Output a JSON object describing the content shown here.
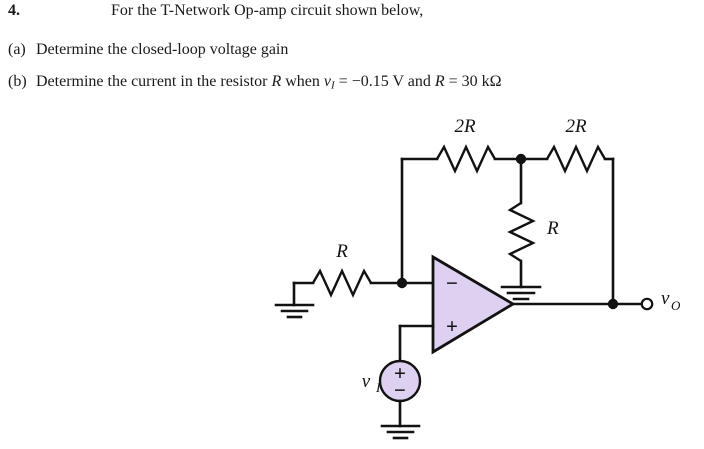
{
  "problem": {
    "number": "4.",
    "stem": "For the T-Network Op-amp circuit shown below,",
    "items": [
      {
        "marker": "(a)",
        "text": "Determine the closed-loop voltage gain"
      },
      {
        "marker": "(b)",
        "text_prefix": "Determine the current in the resistor",
        "symbol_R1": "R",
        "text_mid": "when",
        "symbol_vI": "v",
        "symbol_vI_sub": "I",
        "eq1": "= −0.15 V and",
        "symbol_R2": "R",
        "eq2": "= 30 kΩ"
      }
    ]
  },
  "circuit": {
    "title": "T-Network Op-amp circuit",
    "components": {
      "input_resistor": {
        "label": "R",
        "name": "input-resistor-R"
      },
      "feedback_resistor_left": {
        "label": "2R",
        "name": "feedback-resistor-2R-left"
      },
      "feedback_resistor_right": {
        "label": "2R",
        "name": "feedback-resistor-2R-right"
      },
      "shunt_resistor": {
        "label": "R",
        "name": "shunt-resistor-R"
      },
      "source": {
        "label": "v",
        "label_sub": "I",
        "plus": "+",
        "minus": "−"
      },
      "opamp": {
        "inverting": "−",
        "noninverting": "+"
      },
      "output": {
        "label": "v",
        "label_sub": "O"
      }
    },
    "colors": {
      "opamp_fill": "#ddd0f0",
      "opamp_stroke": "#121212",
      "source_fill": "#ddd0f0",
      "wire": "#121212",
      "background": "#ffffff"
    }
  }
}
